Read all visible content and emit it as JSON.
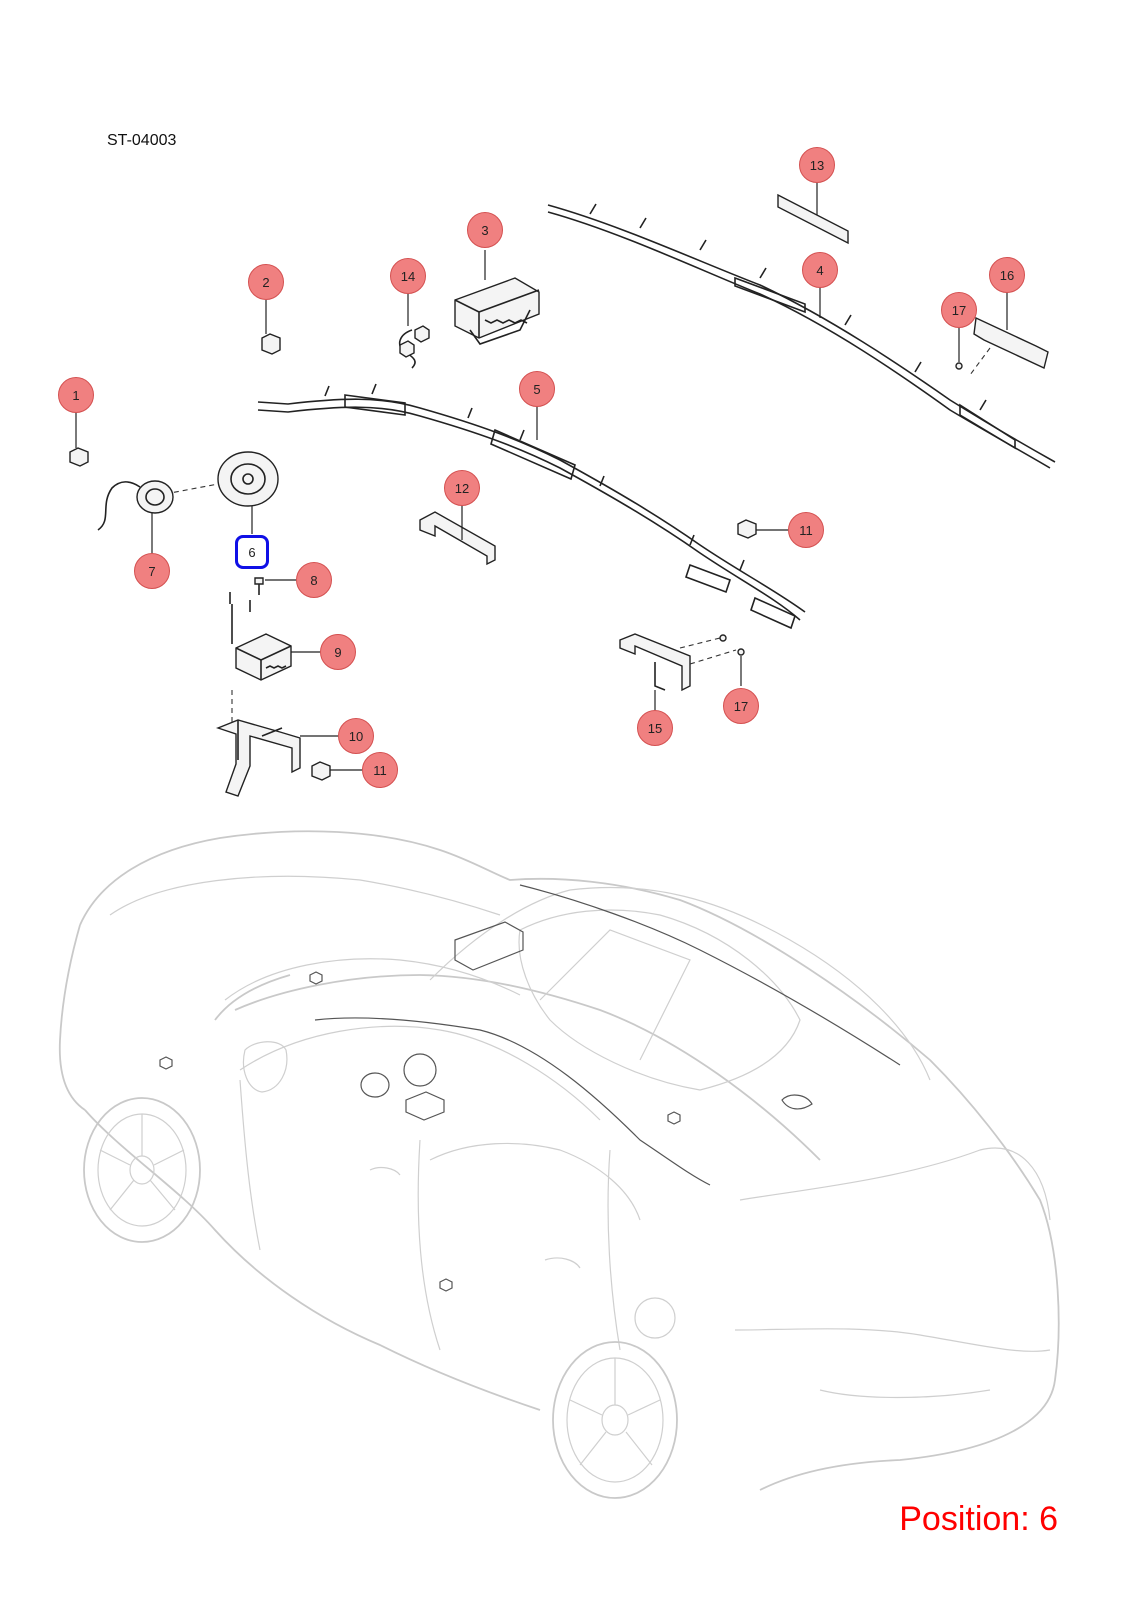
{
  "document_code": "ST-04003",
  "position_label": "Position: 6",
  "selected_position": "6",
  "callouts": {
    "c1": "1",
    "c2": "2",
    "c3": "3",
    "c4": "4",
    "c5": "5",
    "c6": "6",
    "c7": "7",
    "c8": "8",
    "c9": "9",
    "c10": "10",
    "c11a": "11",
    "c11b": "11",
    "c12": "12",
    "c13": "13",
    "c14": "14",
    "c15": "15",
    "c16": "16",
    "c17a": "17",
    "c17b": "17"
  },
  "colors": {
    "callout_fill": "#f08080",
    "selected_outline": "#1010e6",
    "position_text": "#ff0000",
    "vehicle_outline": "#c9c9c9"
  }
}
